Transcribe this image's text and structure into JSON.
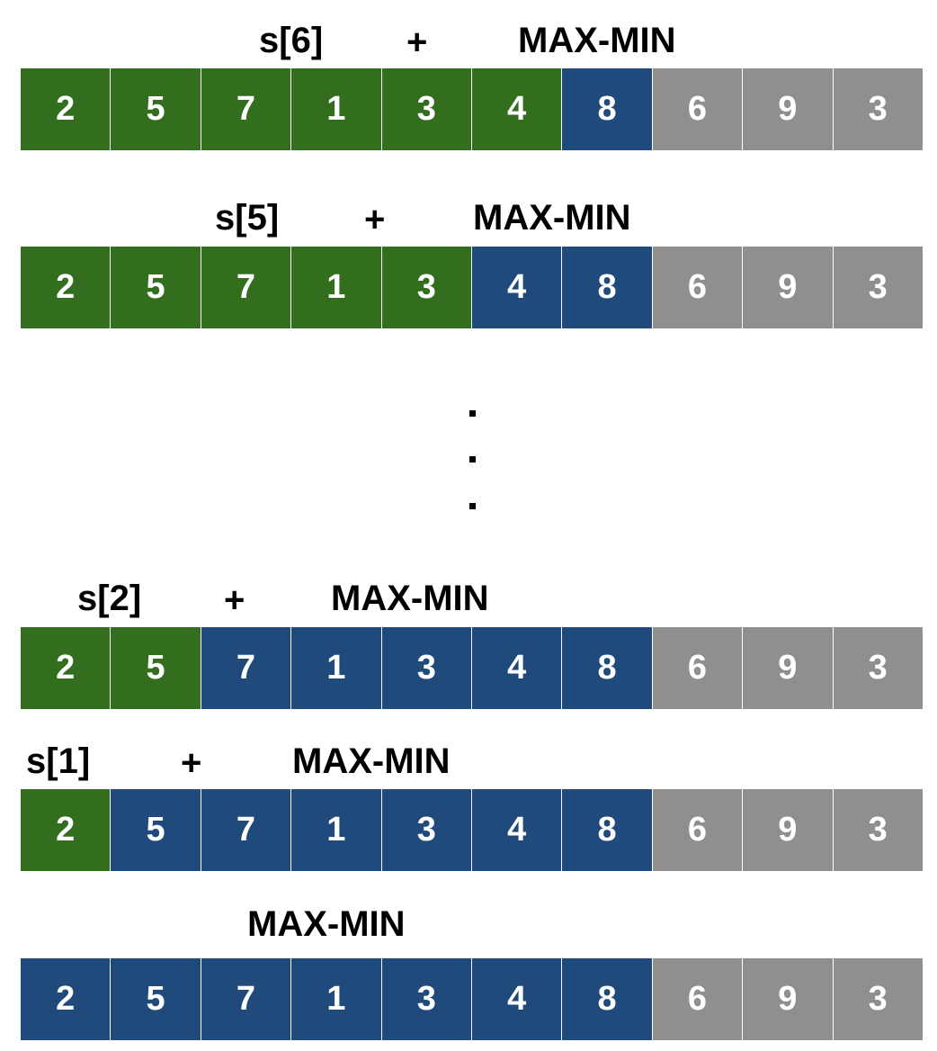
{
  "colors": {
    "green": "#336e1e",
    "blue": "#1f4a7b",
    "gray": "#8f8f8f"
  },
  "rows": [
    {
      "prefix": "s[6]",
      "plus": "+",
      "maxmin": "MAX-MIN",
      "cells": [
        {
          "v": "2",
          "c": "green"
        },
        {
          "v": "5",
          "c": "green"
        },
        {
          "v": "7",
          "c": "green"
        },
        {
          "v": "1",
          "c": "green"
        },
        {
          "v": "3",
          "c": "green"
        },
        {
          "v": "4",
          "c": "green"
        },
        {
          "v": "8",
          "c": "blue"
        },
        {
          "v": "6",
          "c": "gray"
        },
        {
          "v": "9",
          "c": "gray"
        },
        {
          "v": "3",
          "c": "gray"
        }
      ]
    },
    {
      "prefix": "s[5]",
      "plus": "+",
      "maxmin": "MAX-MIN",
      "cells": [
        {
          "v": "2",
          "c": "green"
        },
        {
          "v": "5",
          "c": "green"
        },
        {
          "v": "7",
          "c": "green"
        },
        {
          "v": "1",
          "c": "green"
        },
        {
          "v": "3",
          "c": "green"
        },
        {
          "v": "4",
          "c": "blue"
        },
        {
          "v": "8",
          "c": "blue"
        },
        {
          "v": "6",
          "c": "gray"
        },
        {
          "v": "9",
          "c": "gray"
        },
        {
          "v": "3",
          "c": "gray"
        }
      ]
    },
    {
      "prefix": "s[2]",
      "plus": "+",
      "maxmin": "MAX-MIN",
      "cells": [
        {
          "v": "2",
          "c": "green"
        },
        {
          "v": "5",
          "c": "green"
        },
        {
          "v": "7",
          "c": "blue"
        },
        {
          "v": "1",
          "c": "blue"
        },
        {
          "v": "3",
          "c": "blue"
        },
        {
          "v": "4",
          "c": "blue"
        },
        {
          "v": "8",
          "c": "blue"
        },
        {
          "v": "6",
          "c": "gray"
        },
        {
          "v": "9",
          "c": "gray"
        },
        {
          "v": "3",
          "c": "gray"
        }
      ]
    },
    {
      "prefix": "s[1]",
      "plus": "+",
      "maxmin": "MAX-MIN",
      "cells": [
        {
          "v": "2",
          "c": "green"
        },
        {
          "v": "5",
          "c": "blue"
        },
        {
          "v": "7",
          "c": "blue"
        },
        {
          "v": "1",
          "c": "blue"
        },
        {
          "v": "3",
          "c": "blue"
        },
        {
          "v": "4",
          "c": "blue"
        },
        {
          "v": "8",
          "c": "blue"
        },
        {
          "v": "6",
          "c": "gray"
        },
        {
          "v": "9",
          "c": "gray"
        },
        {
          "v": "3",
          "c": "gray"
        }
      ]
    },
    {
      "prefix": "",
      "plus": "",
      "maxmin": "MAX-MIN",
      "cells": [
        {
          "v": "2",
          "c": "blue"
        },
        {
          "v": "5",
          "c": "blue"
        },
        {
          "v": "7",
          "c": "blue"
        },
        {
          "v": "1",
          "c": "blue"
        },
        {
          "v": "3",
          "c": "blue"
        },
        {
          "v": "4",
          "c": "blue"
        },
        {
          "v": "8",
          "c": "blue"
        },
        {
          "v": "6",
          "c": "gray"
        },
        {
          "v": "9",
          "c": "gray"
        },
        {
          "v": "3",
          "c": "gray"
        }
      ]
    }
  ]
}
